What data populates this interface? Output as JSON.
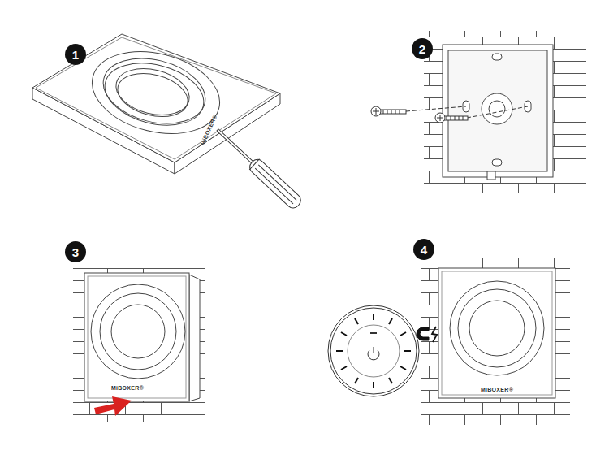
{
  "diagram": {
    "nodes": [
      {
        "text": [
          "1"
        ]
      },
      {
        "text": [
          "2"
        ]
      },
      {
        "text": [
          "3"
        ]
      },
      {
        "text": [
          "4"
        ]
      }
    ],
    "labels": [
      "MiBOXER®",
      "MiBOXER®",
      "MiBOXER®"
    ]
  }
}
